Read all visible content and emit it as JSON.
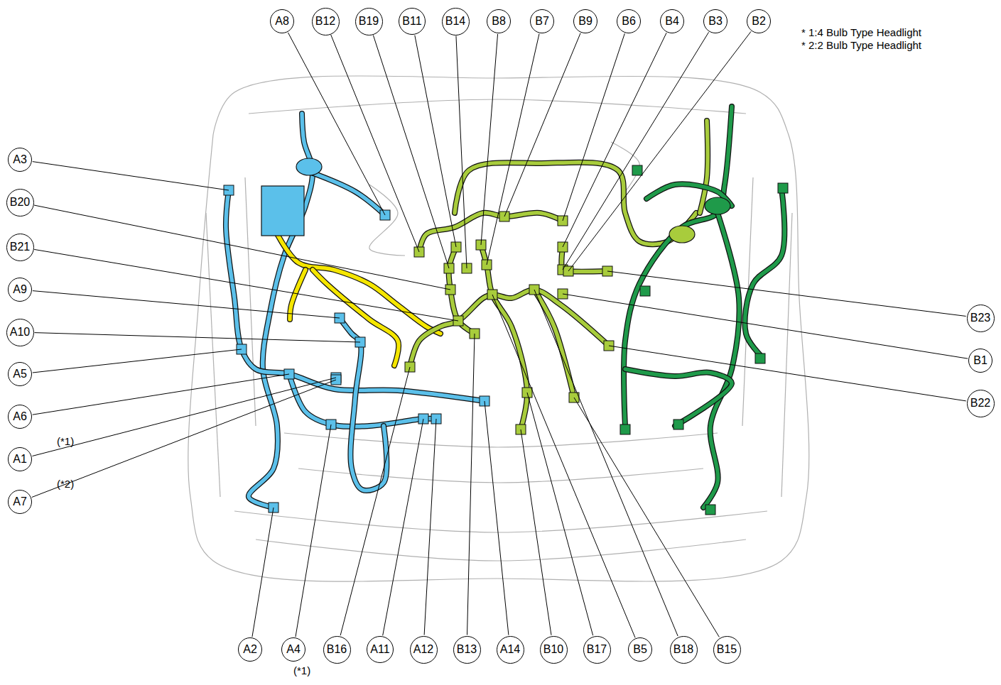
{
  "diagram": {
    "nodes": [
      {
        "text": [
          "A8"
        ]
      },
      {
        "text": [
          "B12"
        ]
      },
      {
        "text": [
          "B19"
        ]
      },
      {
        "text": [
          "B11"
        ]
      },
      {
        "text": [
          "B14"
        ]
      },
      {
        "text": [
          "B8"
        ]
      },
      {
        "text": [
          "B7"
        ]
      },
      {
        "text": [
          "B9"
        ]
      },
      {
        "text": [
          "B6"
        ]
      },
      {
        "text": [
          "B4"
        ]
      },
      {
        "text": [
          "B3"
        ]
      },
      {
        "text": [
          "B2"
        ]
      },
      {
        "text": [
          "A3"
        ]
      },
      {
        "text": [
          "B20"
        ]
      },
      {
        "text": [
          "B21"
        ]
      },
      {
        "text": [
          "A9"
        ]
      },
      {
        "text": [
          "A10"
        ]
      },
      {
        "text": [
          "A5"
        ]
      },
      {
        "text": [
          "A6"
        ]
      },
      {
        "text": [
          "A1"
        ]
      },
      {
        "text": [
          "A7"
        ]
      },
      {
        "text": [
          "B23"
        ]
      },
      {
        "text": [
          "B1"
        ]
      },
      {
        "text": [
          "B22"
        ]
      },
      {
        "text": [
          "A2"
        ]
      },
      {
        "text": [
          "A4"
        ]
      },
      {
        "text": [
          "B16"
        ]
      },
      {
        "text": [
          "A11"
        ]
      },
      {
        "text": [
          "A12"
        ]
      },
      {
        "text": [
          "B13"
        ]
      },
      {
        "text": [
          "A14"
        ]
      },
      {
        "text": [
          "B10"
        ]
      },
      {
        "text": [
          "B17"
        ]
      },
      {
        "text": [
          "B5"
        ]
      },
      {
        "text": [
          "B18"
        ]
      },
      {
        "text": [
          "B15"
        ]
      }
    ],
    "labels": [
      "(*1)",
      "(*2)",
      "(*1)",
      "* 1:4 Bulb Type Headlight",
      "* 2:2 Bulb Type Headlight"
    ]
  }
}
